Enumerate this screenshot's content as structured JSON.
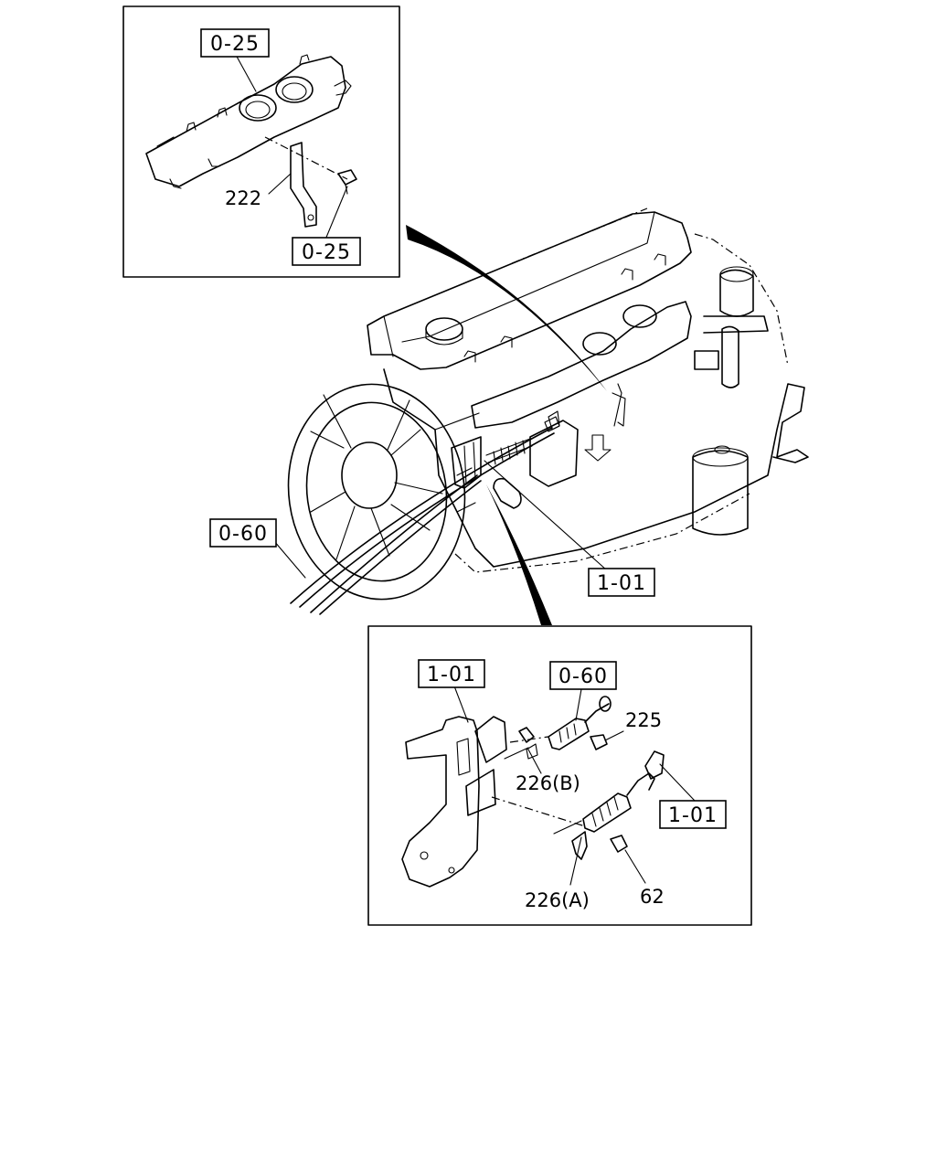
{
  "diagram": {
    "labels": {
      "ref_0_25_top": "0-25",
      "ref_0_25_bottom": "0-25",
      "part_222": "222",
      "ref_0_60_main": "0-60",
      "ref_1_01_main": "1-01",
      "ref_1_01_detail_left": "1-01",
      "ref_0_60_detail": "0-60",
      "part_225": "225",
      "part_226b": "226(B)",
      "ref_1_01_detail_right": "1-01",
      "part_226a": "226(A)",
      "part_62": "62"
    },
    "colors": {
      "ink": "#000000",
      "paper": "#ffffff"
    }
  }
}
